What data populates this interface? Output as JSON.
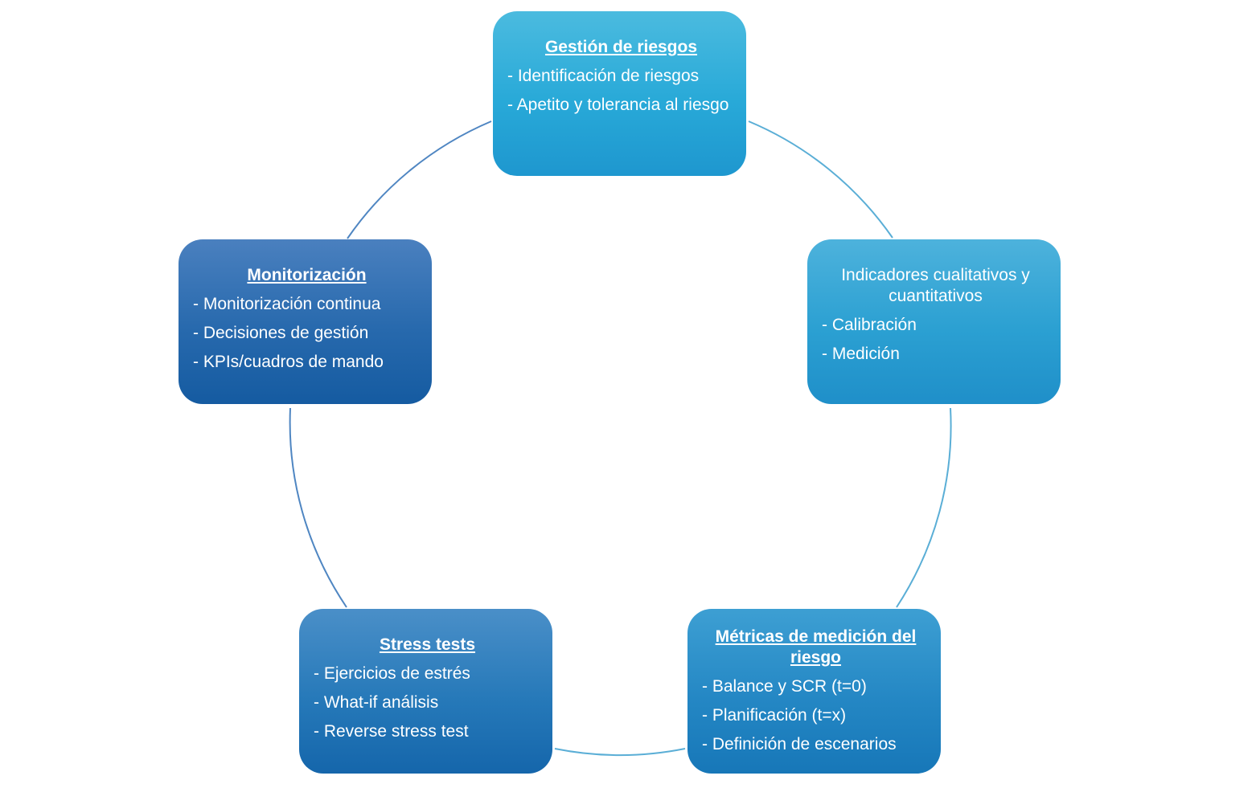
{
  "diagram": {
    "nodes": [
      {
        "title": "Gestión de riesgos",
        "items": [
          "- Identificación de riesgos",
          "- Apetito y tolerancia al riesgo"
        ]
      },
      {
        "title": "Indicadores cualitativos y cuantitativos",
        "items": [
          "- Calibración",
          "- Medición"
        ]
      },
      {
        "title": "Métricas de medición del riesgo",
        "items": [
          "- Balance y SCR (t=0)",
          "- Planificación (t=x)",
          "- Definición de escenarios"
        ]
      },
      {
        "title": "Stress tests",
        "items": [
          "- Ejercicios de estrés",
          "- What-if  análisis",
          "- Reverse stress test"
        ]
      },
      {
        "title": "Monitorización",
        "items": [
          "- Monitorización continua",
          "- Decisiones de gestión",
          "- KPIs/cuadros de mando"
        ]
      }
    ]
  }
}
